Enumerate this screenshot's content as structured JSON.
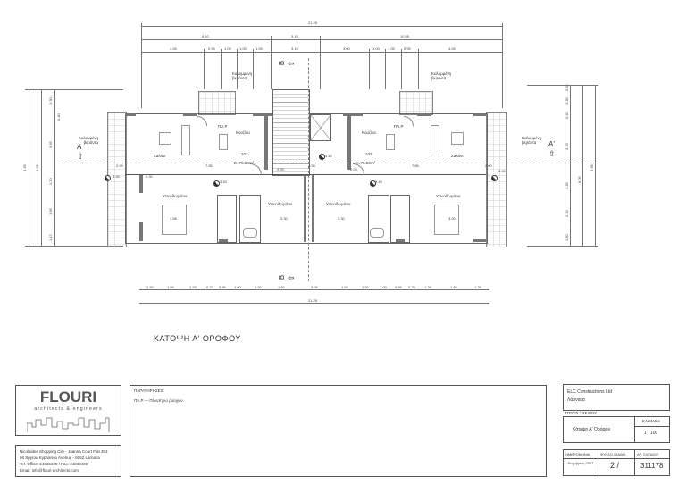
{
  "drawing": {
    "title": "ΚΑΤΟΨΗ Α' ΟΡΟΦΟΥ",
    "top_dimensions": {
      "overall": "21.25",
      "row2": [
        "6.10",
        "3.15",
        "10.95"
      ],
      "row3": [
        "4.05",
        "0.95",
        "1.05",
        "1.00",
        "1.05",
        "3.15",
        "3.00",
        "1.00",
        "1.05",
        "0.95",
        "4.05"
      ]
    },
    "bottom_dimensions": {
      "row1": [
        "1.20",
        "1.60",
        "1.25",
        "0.70",
        "0.85",
        "1.00",
        "1.30",
        "1.80",
        "2.05",
        "1.68",
        "1.30",
        "1.00",
        "0.95",
        "0.70",
        "1.28",
        "1.80",
        "1.25"
      ],
      "overall": "21.25"
    },
    "left_dimensions": {
      "outer": "9.35",
      "middle": "8.05",
      "inner": [
        "1.30",
        "0.40",
        "3.35",
        "1.30",
        "1.95",
        "1.12"
      ]
    },
    "right_dimensions": {
      "outer": "9.35",
      "middle": "8.05",
      "inner": [
        "0.35",
        "1.30",
        "0.40",
        "3.35",
        "1.45",
        "2.30",
        "1.50"
      ]
    },
    "section_marks": {
      "a_left": "A",
      "a_right": "A'",
      "b_top": "B",
      "b_bottom": "B"
    },
    "veranda_labels": {
      "top_left": "Καλυμμένη βεράντα",
      "top_right": "Καλυμμένη βεράντα",
      "left": "Καλυμμένη βεράντα",
      "right": "Καλυμμένη βεράντα"
    },
    "apartments": [
      {
        "number": "101",
        "area": "E=76.50m²",
        "rooms": {
          "living": "Σαλόνι",
          "kitchen": "Κουζίνα",
          "pr": "ΠΛ.Ρ",
          "bedroom1": "Υπνοδωμάτιο",
          "bedroom2": "Υπνοδωμάτιο"
        },
        "dims": [
          "7.85",
          "3.05",
          "2.09",
          "3.45",
          "0.30",
          "3.58",
          "3.30",
          "0.10",
          "1.90",
          "3.45"
        ]
      },
      {
        "number": "102",
        "area": "E=76.50m²",
        "rooms": {
          "living": "Σαλόνι",
          "kitchen": "Κουζίνα",
          "pr": "ΠΛ.Ρ",
          "bedroom1": "Υπνοδωμάτιο",
          "bedroom2": "Υπνοδωμάτιο"
        },
        "dims": [
          "7.85",
          "3.05",
          "2.00",
          "3.45",
          "0.30",
          "3.50",
          "3.30",
          "0.10",
          "1.30",
          "3.45"
        ]
      }
    ],
    "core_levels": [
      "3.42",
      "4.50",
      "0.25",
      "0.20"
    ]
  },
  "title_block": {
    "company": {
      "name": "FLOURI",
      "subtitle": "architects & engineers",
      "address_line1": "Nicolaides Shopping City - Joanna Court Flat 302",
      "address_line2": "86 Spyrou Kyprianou Avenue - 6052 Larnaca",
      "phone": "Tel. Office: 24636600 / Fax: 24042499",
      "email": "Email: info@flouri-architects.com"
    },
    "remarks": {
      "heading": "ΠΑΡΑΤΗΡΗΣΕΙΣ",
      "line1": "ΠΛ.Ρ  —  Πλυντήριο ρούχων"
    },
    "client": {
      "name": "ELC Constructions Ltd",
      "location": "Λάρνακα"
    },
    "drawing_title_label": "ΤΙΤΛΟΣ ΣΧΕΔΙΟΥ",
    "drawing_title": "Κάτοψη Α' Ορόφου",
    "scale_label": "ΚΛΙΜΑΚΑ",
    "scale": "1 : 100",
    "date_label": "ΗΜΕΡΟΜΗΝΙΑ",
    "sheet_label": "ΦΥΛΛΟ / ΑΝΑΘ.",
    "drawing_no_label": "ΑΡ. ΣΧΕΔΙΟΥ",
    "date": "Νοέμβριος 2017",
    "sheet": "2 /",
    "drawing_no": "311178"
  }
}
